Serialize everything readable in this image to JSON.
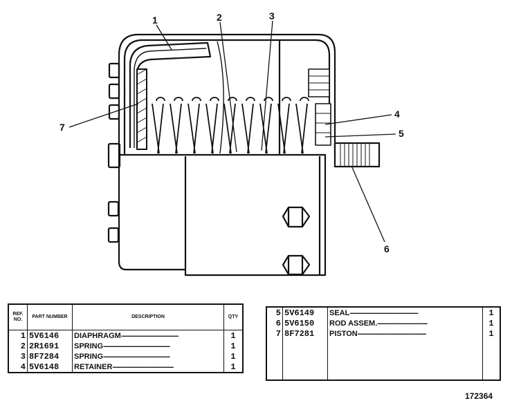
{
  "callouts": [
    "1",
    "2",
    "3",
    "4",
    "5",
    "6",
    "7"
  ],
  "parts_table": {
    "headers": {
      "ref_no": "REF. NO.",
      "part_number": "PART NUMBER",
      "description": "DESCRIPTION",
      "qty": "QTY"
    },
    "rows": [
      {
        "ref": "1",
        "part_number": "5V6146",
        "description": "DIAPHRAGM",
        "qty": "1"
      },
      {
        "ref": "2",
        "part_number": "2R1691",
        "description": "SPRING",
        "qty": "1"
      },
      {
        "ref": "3",
        "part_number": "8F7284",
        "description": "SPRING",
        "qty": "1"
      },
      {
        "ref": "4",
        "part_number": "5V6148",
        "description": "RETAINER",
        "qty": "1"
      },
      {
        "ref": "5",
        "part_number": "5V6149",
        "description": "SEAL",
        "qty": "1"
      },
      {
        "ref": "6",
        "part_number": "5V6150",
        "description": "ROD ASSEM.",
        "qty": "1"
      },
      {
        "ref": "7",
        "part_number": "8F7281",
        "description": "PISTON",
        "qty": "1"
      }
    ]
  },
  "figure_number": "172364"
}
